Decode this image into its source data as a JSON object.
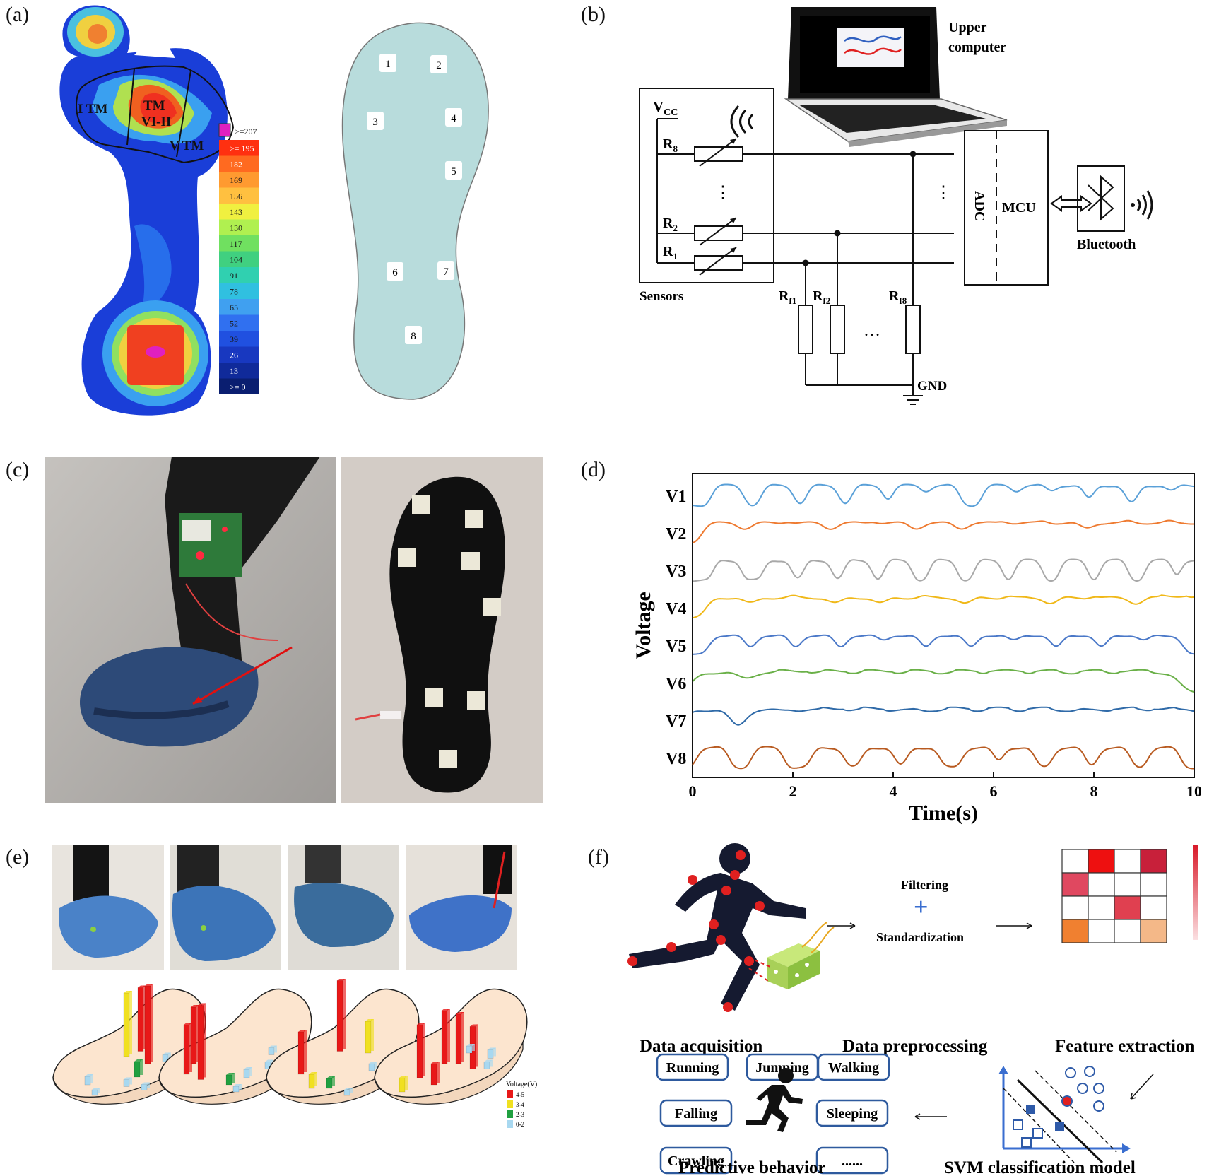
{
  "panels": {
    "a": "(a)",
    "b": "(b)",
    "c": "(c)",
    "d": "(d)",
    "e": "(e)",
    "f": "(f)"
  },
  "panel_a": {
    "regions": [
      "I TM",
      "TM",
      "VI-II",
      "V TM"
    ],
    "legend_values": [
      ">=207",
      ">= 195",
      "182",
      "169",
      "156",
      "143",
      "130",
      "117",
      "104",
      "91",
      "78",
      "65",
      "52",
      "39",
      "26",
      "13",
      ">= 0"
    ],
    "legend_colors": [
      "#e020c0",
      "#ff3010",
      "#ff6a20",
      "#ff9a30",
      "#ffc040",
      "#f0f040",
      "#b0f050",
      "#70e060",
      "#40d080",
      "#30d0b0",
      "#30c0e0",
      "#40a0f0",
      "#3070f0",
      "#2050e0",
      "#1838c0",
      "#102a9a",
      "#0a1e70"
    ],
    "sensors": [
      "1",
      "2",
      "3",
      "4",
      "5",
      "6",
      "7",
      "8"
    ]
  },
  "panel_b": {
    "upper_computer_line1": "Upper",
    "upper_computer_line2": "computer",
    "vcc": "V",
    "vcc_sub": "CC",
    "r8": "R",
    "r8_sub": "8",
    "r2": "R",
    "r2_sub": "2",
    "r1": "R",
    "r1_sub": "1",
    "sensors": "Sensors",
    "rf1": "R",
    "rf1_sub": "f1",
    "rf2": "R",
    "rf2_sub": "f2",
    "rf8": "R",
    "rf8_sub": "f8",
    "adc": "ADC",
    "mcu": "MCU",
    "bluetooth": "Bluetooth",
    "gnd": "GND",
    "ellipsis_v": "⋮",
    "ellipsis_h": "…"
  },
  "panel_e": {
    "legend_title": "Voltage(V)",
    "legend_items": [
      "4-5",
      "3-4",
      "2-3",
      "0-2"
    ],
    "legend_colors": [
      "#e81818",
      "#f0e020",
      "#20a040",
      "#a8d8f0"
    ]
  },
  "panel_f": {
    "data_acquisition": "Data acquisition",
    "filtering": "Filtering",
    "plus": "+",
    "standardization": "Standardization",
    "data_preprocessing": "Data preprocessing",
    "feature_extraction": "Feature extraction",
    "behaviors": [
      "Running",
      "Jumping",
      "Walking",
      "Falling",
      "Sleeping",
      "Crawling",
      "......"
    ],
    "predictive_behavior": "Predictive behavior",
    "svm_model": "SVM classification model",
    "heatmap_colors": [
      [
        "#ffffff",
        "#ee1010",
        "#ffffff",
        "#c8203a"
      ],
      [
        "#e04860",
        "#ffffff",
        "#ffffff",
        "#ffffff"
      ],
      [
        "#ffffff",
        "#ffffff",
        "#e04050",
        "#ffffff"
      ],
      [
        "#f08030",
        "#ffffff",
        "#ffffff",
        "#f4b888"
      ]
    ]
  },
  "chart_data": {
    "type": "line",
    "xlabel": "Time(s)",
    "ylabel": "Voltage",
    "xlim": [
      0,
      10
    ],
    "xticks": [
      "0",
      "2",
      "4",
      "6",
      "8",
      "10"
    ],
    "series": [
      {
        "name": "V1",
        "color": "#5aa0d8",
        "pulse_times": [
          0.7,
          1.7,
          2.6,
          3.5,
          4.3,
          5.0,
          6.1,
          6.8,
          7.5,
          8.3,
          9.2,
          9.9
        ],
        "width": 0.35
      },
      {
        "name": "V2",
        "color": "#ee7a30",
        "pulse_times": [
          0.6,
          1.5,
          2.3,
          3.2,
          4.0,
          4.9,
          5.8,
          6.6,
          7.4,
          8.3,
          9.1,
          9.9
        ],
        "width": 0.45
      },
      {
        "name": "V3",
        "color": "#a8a8a8",
        "pulse_times": [
          0.7,
          1.7,
          2.5,
          3.3,
          4.1,
          5.0,
          5.9,
          6.7,
          7.6,
          8.4,
          9.3,
          10.0
        ],
        "width": 0.3
      },
      {
        "name": "V4",
        "color": "#f0b818",
        "pulse_times": [
          0.7,
          1.6,
          2.4,
          3.3,
          4.2,
          5.0,
          5.9,
          6.7,
          7.6,
          8.4,
          9.3,
          9.9
        ],
        "width": 0.45
      },
      {
        "name": "V5",
        "color": "#4a78c8",
        "pulse_times": [
          0.7,
          1.6,
          2.5,
          3.4,
          4.2,
          5.1,
          6.0,
          6.8,
          7.7,
          8.6,
          9.4
        ],
        "width": 0.4
      },
      {
        "name": "V6",
        "color": "#6ab048",
        "pulse_times": [
          0.5,
          1.6,
          2.4,
          3.3,
          4.1,
          5.0,
          5.9,
          6.6,
          7.5,
          8.4,
          9.2
        ],
        "width": 0.55
      },
      {
        "name": "V7",
        "color": "#2f6aa8",
        "pulse_times": [
          0.3,
          1.5,
          2.4,
          3.2,
          4.0,
          4.9,
          5.7,
          6.5,
          7.3,
          8.2,
          9.0,
          9.8
        ],
        "width": 0.5
      },
      {
        "name": "V8",
        "color": "#b85a20",
        "pulse_times": [
          0.4,
          1.5,
          2.7,
          3.7,
          4.6,
          5.7,
          6.5,
          7.5,
          8.4,
          9.4
        ],
        "width": 0.35
      }
    ]
  }
}
